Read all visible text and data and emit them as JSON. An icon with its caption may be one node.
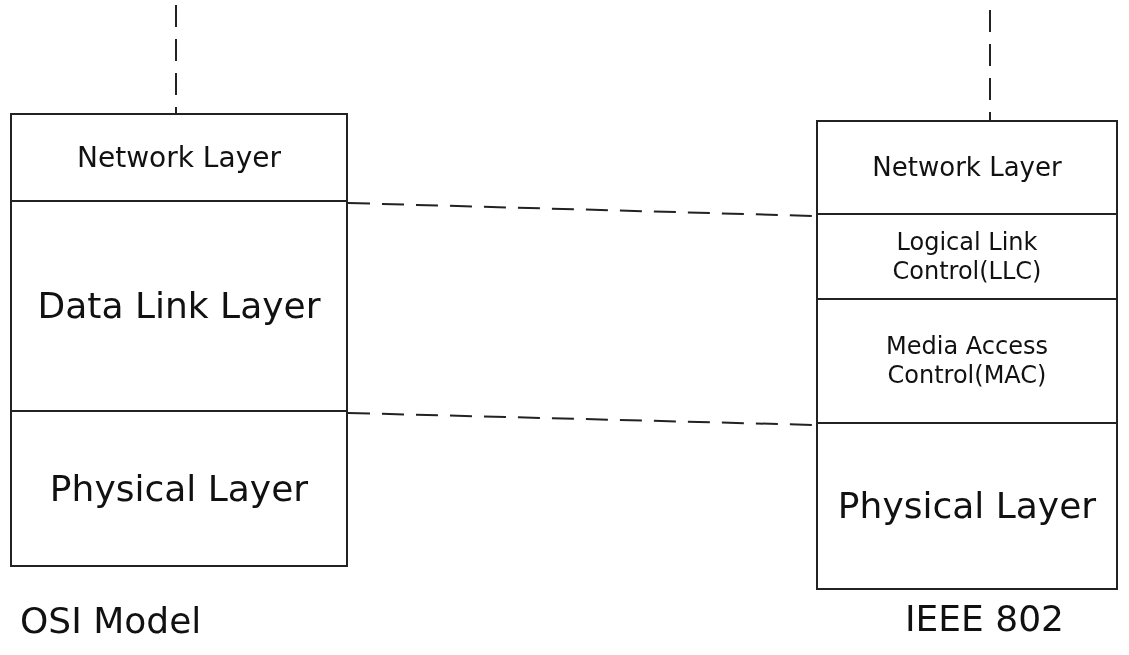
{
  "diagram": {
    "nodes": [
      {
        "text": [
          "Network Layer"
        ]
      },
      {
        "text": [
          "Data Link Layer"
        ]
      },
      {
        "text": [
          "Physical Layer"
        ]
      },
      {
        "text": [
          "Network Layer"
        ]
      },
      {
        "text": [
          "Logical Link Control(LLC)"
        ]
      },
      {
        "text": [
          "Media Access Control(MAC)"
        ]
      },
      {
        "text": [
          "Physical Layer"
        ]
      }
    ],
    "edges": [
      {
        "from": null,
        "to": 0,
        "arrow": "none",
        "style": "dashed"
      },
      {
        "from": null,
        "to": 3,
        "arrow": "none",
        "style": "dashed"
      },
      {
        "from": 1,
        "to": 4,
        "arrow": "none",
        "style": "dashed"
      },
      {
        "from": 2,
        "to": 6,
        "arrow": "none",
        "style": "dashed"
      }
    ],
    "labels": [
      "OSI Model",
      "IEEE 802"
    ]
  }
}
